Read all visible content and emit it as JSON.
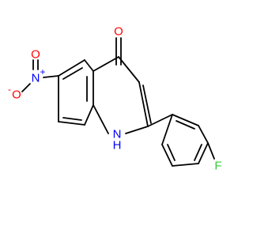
{
  "molecule": {
    "atom_labels": {
      "carbonyl_oxygen": "O",
      "ring_nitrogen": "N",
      "ring_nitrogen_hydrogen": "H",
      "nitro_nitrogen": "N",
      "nitro_n_charge": "+",
      "nitro_oxygen_top": "O",
      "nitro_oxygen_left": "O",
      "nitro_o_charge": "-",
      "fluorine": "F"
    },
    "colors": {
      "bond": "#000000",
      "oxygen": "#ff0000",
      "nitrogen": "#0000ff",
      "fluorine": "#33cc33"
    }
  }
}
